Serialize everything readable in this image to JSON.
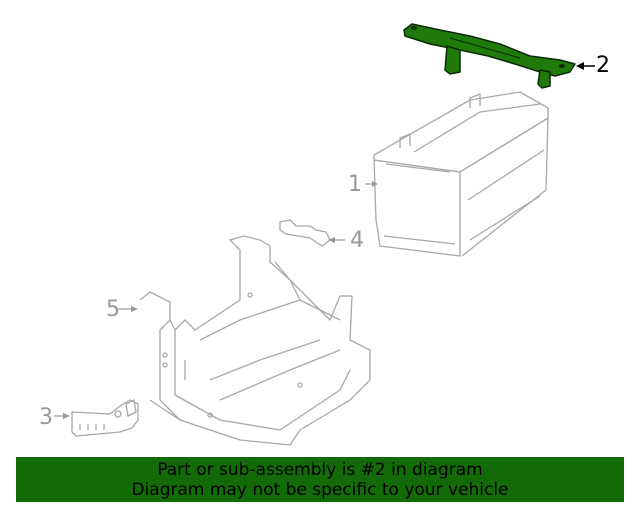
{
  "diagram": {
    "highlight_color": "#1f7a0a",
    "line_color": "#9a9a9a",
    "parts": [
      {
        "number": "1",
        "name": "Battery",
        "highlighted": false
      },
      {
        "number": "2",
        "name": "Hold-down bracket",
        "highlighted": true
      },
      {
        "number": "3",
        "name": "Clip / connector",
        "highlighted": false
      },
      {
        "number": "4",
        "name": "Retainer",
        "highlighted": false
      },
      {
        "number": "5",
        "name": "Battery tray",
        "highlighted": false
      }
    ]
  },
  "callouts": {
    "c1": "1",
    "c2": "2",
    "c3": "3",
    "c4": "4",
    "c5": "5"
  },
  "banner": {
    "line1": "Part or sub-assembly is #2 in diagram",
    "line2": "Diagram may not be specific to your vehicle",
    "background": "#126b06"
  }
}
